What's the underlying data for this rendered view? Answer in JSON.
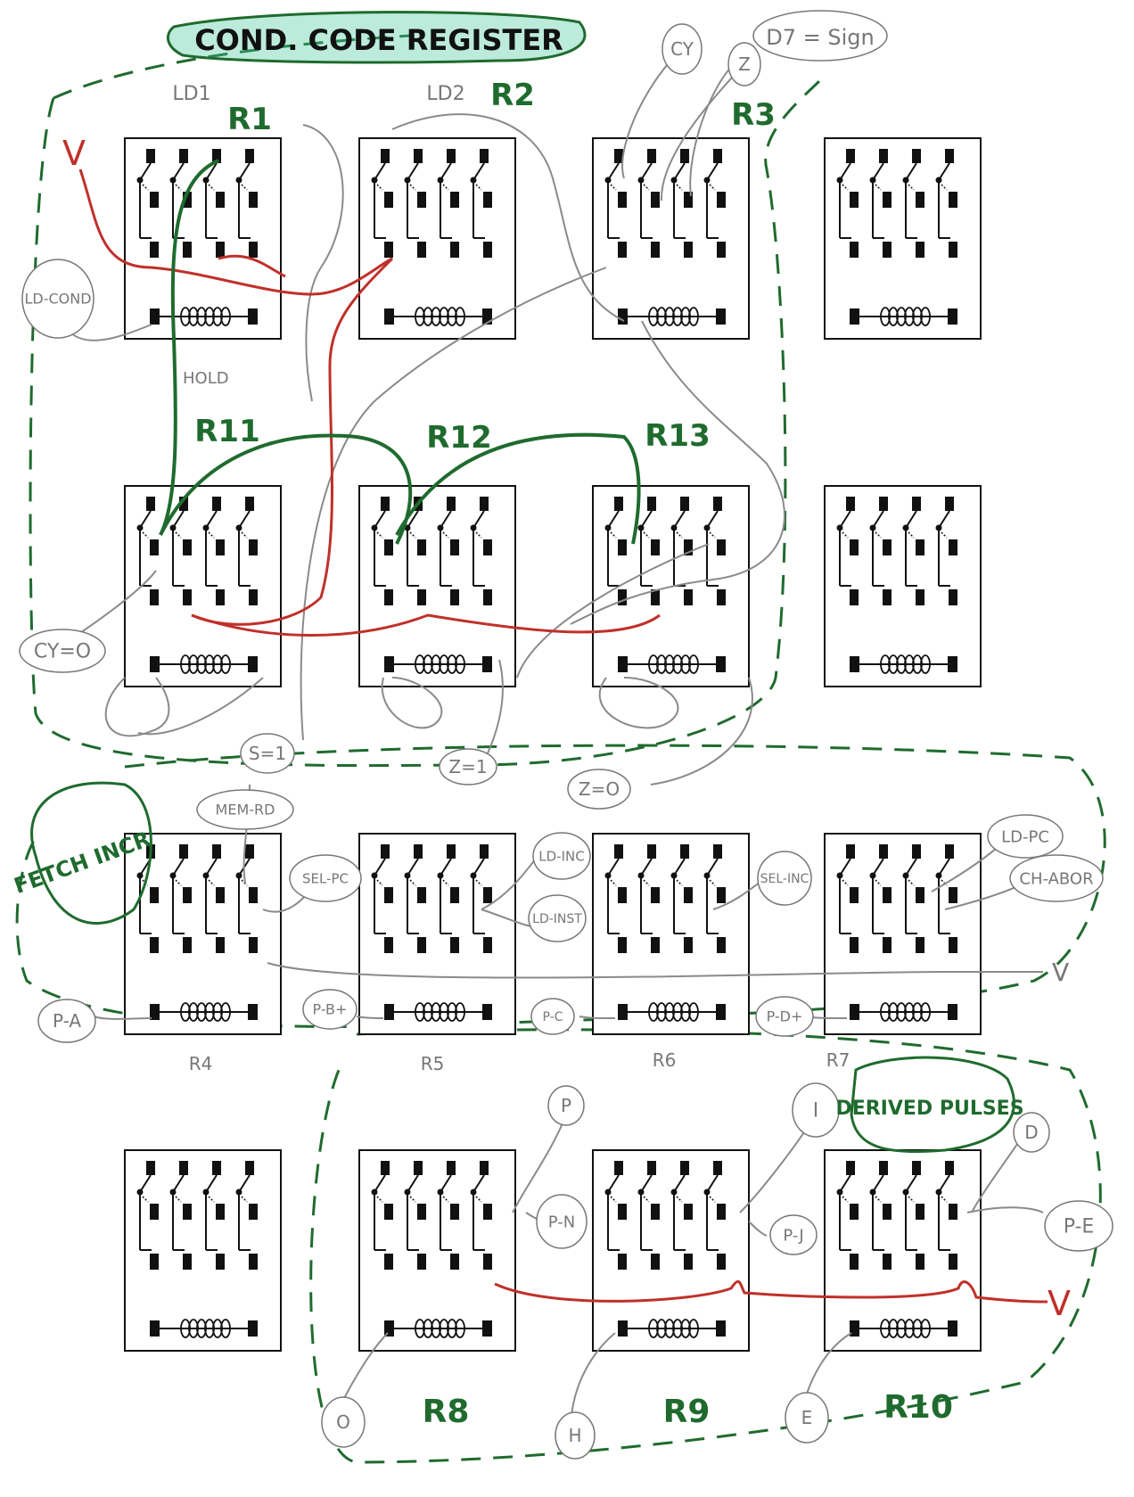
{
  "title": "COND. CODE REGISTER",
  "colors": {
    "green": "#1f6b2e",
    "red": "#c0302a",
    "gray": "#8a8a8a",
    "ink": "#111111",
    "highlight": "#3fc79a"
  },
  "section_labels": {
    "fetch": "FETCH INCR",
    "derived": "DERIVED PULSES",
    "d7": "D7 = Sign"
  },
  "relays": [
    {
      "label": "R1",
      "label2": "LD1"
    },
    {
      "label": "R2",
      "label2": "LD2"
    },
    {
      "label": "R3",
      "label2": ""
    },
    {
      "label": "",
      "label2": ""
    },
    {
      "label": "R11",
      "label2": ""
    },
    {
      "label": "R12",
      "label2": ""
    },
    {
      "label": "R13",
      "label2": ""
    },
    {
      "label": "",
      "label2": ""
    },
    {
      "label": "R4",
      "label2": ""
    },
    {
      "label": "R5",
      "label2": ""
    },
    {
      "label": "R6",
      "label2": ""
    },
    {
      "label": "R7",
      "label2": ""
    },
    {
      "label": "",
      "label2": ""
    },
    {
      "label": "R8",
      "label2": ""
    },
    {
      "label": "R9",
      "label2": ""
    },
    {
      "label": "R10",
      "label2": ""
    }
  ],
  "signals": {
    "v_top": "V",
    "ld_cond": "LD-COND",
    "hold": "HOLD",
    "cy": "CY",
    "z": "Z",
    "cy0": "CY=O",
    "s1": "S=1",
    "z1": "Z=1",
    "z0": "Z=O",
    "mem_rd": "MEM-RD",
    "sel_pc": "SEL-PC",
    "ld_inc": "LD-INC",
    "ld_inst": "LD-INST",
    "sel_inc": "SEL-INC",
    "ld_pc": "LD-PC",
    "ch_abor": "CH-ABOR",
    "v_fetch": "V",
    "p_a": "P-A",
    "p_b": "P-B+",
    "p_c": "P-C",
    "p_d": "P-D+",
    "p": "P",
    "p_n": "P-N",
    "i": "I",
    "p_j": "P-J",
    "d": "D",
    "p_e": "P-E",
    "v_derived": "V",
    "o": "O",
    "h": "H",
    "e": "E"
  }
}
